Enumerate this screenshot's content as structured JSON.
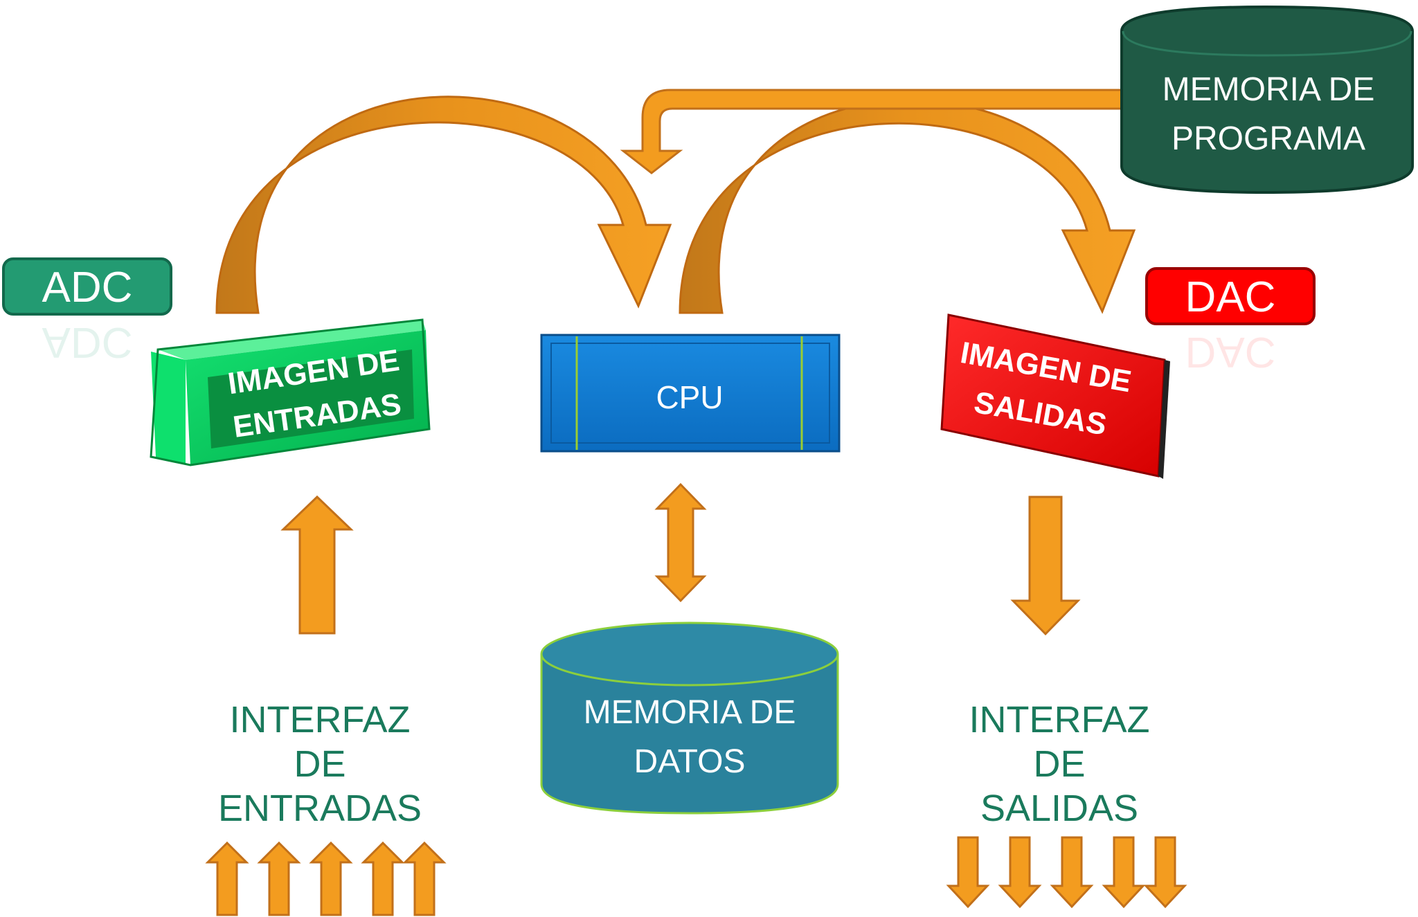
{
  "diagram": {
    "nodes": {
      "adc": {
        "text": "ADC",
        "color": "#239b72"
      },
      "dac": {
        "text": "DAC",
        "color": "#ff0000"
      },
      "imagen_entradas": {
        "line1": "IMAGEN DE",
        "line2": "ENTRADAS",
        "color": "#05c75b"
      },
      "cpu": {
        "text": "CPU",
        "color": "#0b79d0"
      },
      "imagen_salidas": {
        "line1": "IMAGEN DE",
        "line2": "SALIDAS",
        "color": "#ee0000"
      },
      "memoria_programa": {
        "line1": "MEMORIA DE",
        "line2": "PROGRAMA",
        "color": "#1f5a45"
      },
      "memoria_datos": {
        "line1": "MEMORIA DE",
        "line2": "DATOS",
        "color": "#2a829c"
      },
      "interfaz_entradas": {
        "line1": "INTERFAZ",
        "line2": "DE",
        "line3": "ENTRADAS"
      },
      "interfaz_salidas": {
        "line1": "INTERFAZ",
        "line2": "DE",
        "line3": "SALIDAS"
      }
    },
    "colors": {
      "arrow": "#f39c1f",
      "arrow_stroke": "#c2701a",
      "interface_text": "#1a7a5c"
    }
  }
}
